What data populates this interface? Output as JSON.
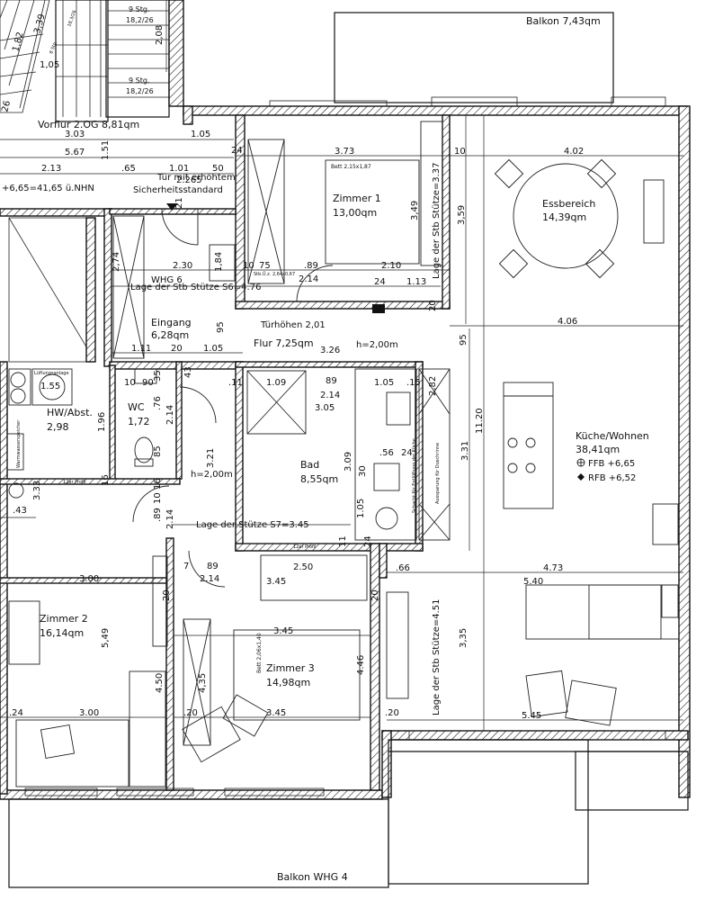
{
  "colors": {
    "line": "#111111",
    "background": "#ffffff"
  },
  "rooms": {
    "balkon_top": "Balkon  7,43qm",
    "vorflur": "Vorflur 2.OG  8,81qm",
    "zimmer1_name": "Zimmer 1",
    "zimmer1_area": "13,00qm",
    "essbereich_name": "Essbereich",
    "essbereich_area": "14,39qm",
    "whg": "WHG 6",
    "eingang_name": "Eingang",
    "eingang_area": "6,28qm",
    "flur": "Flur  7,25qm",
    "hw_name": "HW/Abst.",
    "hw_area": "2,98",
    "wc_name": "WC",
    "wc_area": "1,72",
    "bad_name": "Bad",
    "bad_area": "8,55qm",
    "kueche_name": "Küche/Wohnen",
    "kueche_area": "38,41qm",
    "zimmer2_name": "Zimmer 2",
    "zimmer2_area": "16,14qm",
    "zimmer3_name": "Zimmer 3",
    "zimmer3_area": "14,98qm",
    "balkon_bottom": "Balkon  WHG 4"
  },
  "labels": {
    "stair_9_top": "9  Stg.",
    "stair_18_top": "18,2/26",
    "stair_9_bot": "9  Stg.",
    "stair_18_bot": "18,2/26",
    "stair_8": "8  Stg.",
    "stair_8_ratio": "18,3/26",
    "tuer_line1": "Tür mit erhöhtem",
    "tuer_line2": "Sicherheitsstandard",
    "nhn": "+6,65=41,65 ü.NHN",
    "tuerhoehen": "Türhöhen  2,01",
    "h2_flur": "h=2,00m",
    "h2_wc": "h=2,00m",
    "bett1": "Bett  2,15x1,87",
    "bett3": "Bett  2,06x1,40",
    "stuetze_s6": "Lage der Stb Stütze  S6=4.76",
    "stuetze_s7": "Lage der Stütze  S7=3.45",
    "stuetze_337": "Lage der Stb Stütze=3.37",
    "stuetze_451": "Lage der Stb Stütze=4.51",
    "ffb": "FFB  +6,65",
    "rfb": "RFB  +6,52",
    "lueftung": "Lüftungsanlage",
    "warmwasser": "Warmwasserspeicher",
    "profil_1": "12er Profil",
    "profil_2": "12er Profil",
    "small_box": "Stb.Ü.z. 2,64x0,67",
    "schacht": "Schacht für Entlüftung der Küche",
    "duschrinne": "Aussparung für Duschrinne"
  },
  "dims": {
    "d_182": "1,82",
    "d_339": "3,39",
    "d_105s": "1,05",
    "d_26": "26",
    "d_208": "2,08",
    "d_303": "3.03",
    "d_105a": "1.05",
    "d_567": "5.67",
    "d_151": "1.51",
    "d_24a": "24",
    "d_373": "3.73",
    "d_10a": "10",
    "d_402": "4.02",
    "d_213": "2.13",
    "d_65": ".65",
    "d_101": "1.01",
    "d_50": "50",
    "d_2265": "2.265",
    "d_21": "21",
    "d_274": "2,74",
    "d_184": "1,84",
    "d_230": "2.30",
    "d_10b": "10",
    "d_75": "75",
    "d_89a": ".89",
    "d_210": "2.10",
    "d_214a": "2.14",
    "d_24b": "24",
    "d_113": "1.13",
    "d_349": "3,49",
    "d_359": "3,59",
    "d_20a": "20",
    "d_406": "4.06",
    "d_95a": "95",
    "d_95b": "95",
    "d_111": "1.11",
    "d_20b": "20",
    "d_105b": "1.05",
    "d_326": "3.26",
    "d_h200": "h=2,00m",
    "d_155": "1.55",
    "d_10c": "10",
    "d_90": "90",
    "d_35": "35",
    "d_43a": "43",
    "d_11": ".11",
    "d_109": "1.09",
    "d_89b": "89",
    "d_105c": "1.05",
    "d_15": ".15",
    "d_214b": "2.14",
    "d_305": "3.05",
    "d_282": "2,82",
    "d_76": ".76",
    "d_214c": "2.14",
    "d_196": "1.96",
    "d_85": "85",
    "d_321": "3.21",
    "d_309": "3.09",
    "d_56": ".56",
    "d_24c": "24",
    "d_30": "30",
    "d_331": "3.31",
    "d_1120": "11.20",
    "d_16": "16",
    "d_10d": "10",
    "d_16b": "16",
    "d_214d": "2.14",
    "d_333": "3.33",
    "d_43b": ".43",
    "d_89c": ".89",
    "d_105d": "1.05",
    "d_11b": "11",
    "d_24d": "24",
    "d_7": "7",
    "d_89d": "89",
    "d_250": "2.50",
    "d_66": ".66",
    "d_473": "4.73",
    "d_214e": "2.14",
    "d_345a": "3.45",
    "d_540": "5.40",
    "d_300a": "3.00",
    "d_20c": "20",
    "d_20d": "20",
    "d_549": "5,49",
    "d_345b": "3.45",
    "d_446": "4.46",
    "d_335": "3,35",
    "d_450": "4.50",
    "d_435": "4,35",
    "d_24e": ".24",
    "d_300b": "3.00",
    "d_20e": ".20",
    "d_345c": "3.45",
    "d_20f": ".20",
    "d_545": "5.45"
  }
}
